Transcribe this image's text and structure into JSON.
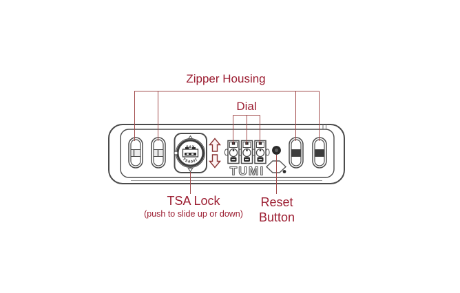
{
  "colors": {
    "label_text": "#9b1c30",
    "leader_line": "#a14a4a",
    "outline": "#4b4b4b",
    "arrow": "#8a3434",
    "dark_fill": "#2b2b2b"
  },
  "labels": {
    "zipper_housing": "Zipper Housing",
    "dial": "Dial",
    "tsa_lock": "TSA Lock",
    "tsa_lock_note": "(push to slide up or down)",
    "reset_button_line1": "Reset",
    "reset_button_line2": "Button"
  },
  "lock": {
    "brand": "TUMI",
    "cylinder_top_marking": "SAX",
    "cylinder_arc_marking": "TSA007"
  },
  "icons": {
    "slide_up_arrow": "⇧",
    "slide_down_arrow": "⇩"
  }
}
